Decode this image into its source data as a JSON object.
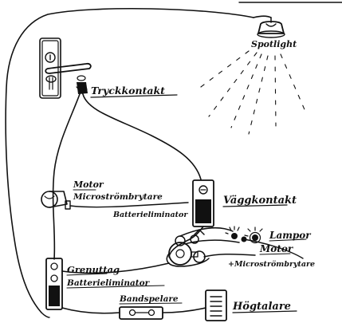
{
  "labels": {
    "spotlight": "Spotlight",
    "tryckkontakt": "Tryckkontakt",
    "motor_left": "Motor",
    "microstrombrytare_left": "Microströmbrytare",
    "batterieliminator_center": "Batterieliminator",
    "vaggkontakt": "Väggkontakt",
    "lampor": "Lampor",
    "motor_right": "Motor",
    "microstrombrytare_right": "+Microströmbrytare",
    "grenuttag": "Grenuttag",
    "batterieliminator_left": "Batterieliminator",
    "bandspelare": "Bandspelare",
    "hogtalare": "Högtalare"
  },
  "colors": {
    "ink": "#111111",
    "background": "#ffffff"
  }
}
